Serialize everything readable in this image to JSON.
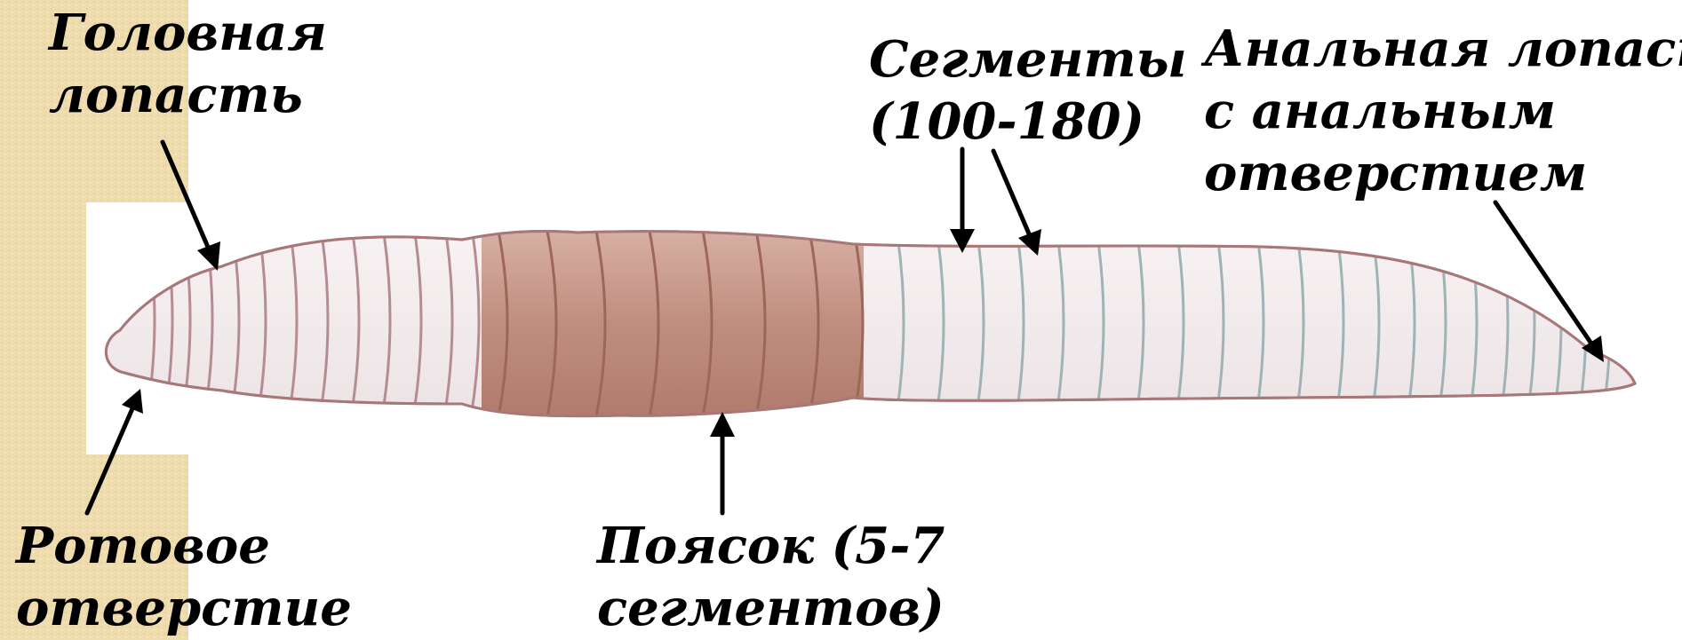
{
  "labels": {
    "head_lobe": [
      "Головная",
      "лопасть"
    ],
    "mouth": [
      "Ротовое",
      "отверстие"
    ],
    "segments": [
      "Сегменты",
      "(100-180)"
    ],
    "anal_lobe": [
      "Анальная лопасть",
      "с анальным",
      "отверстием"
    ],
    "clitellum": [
      "Поясок (5-7",
      "сегментов)"
    ]
  },
  "colors": {
    "sidebar_tan": "#efdcae",
    "worm_body": "#f4eef0",
    "worm_outline": "#b98a8a",
    "clitellum": "#c7998c",
    "clitellum_dark": "#a96f60",
    "arrow": "#000000"
  }
}
